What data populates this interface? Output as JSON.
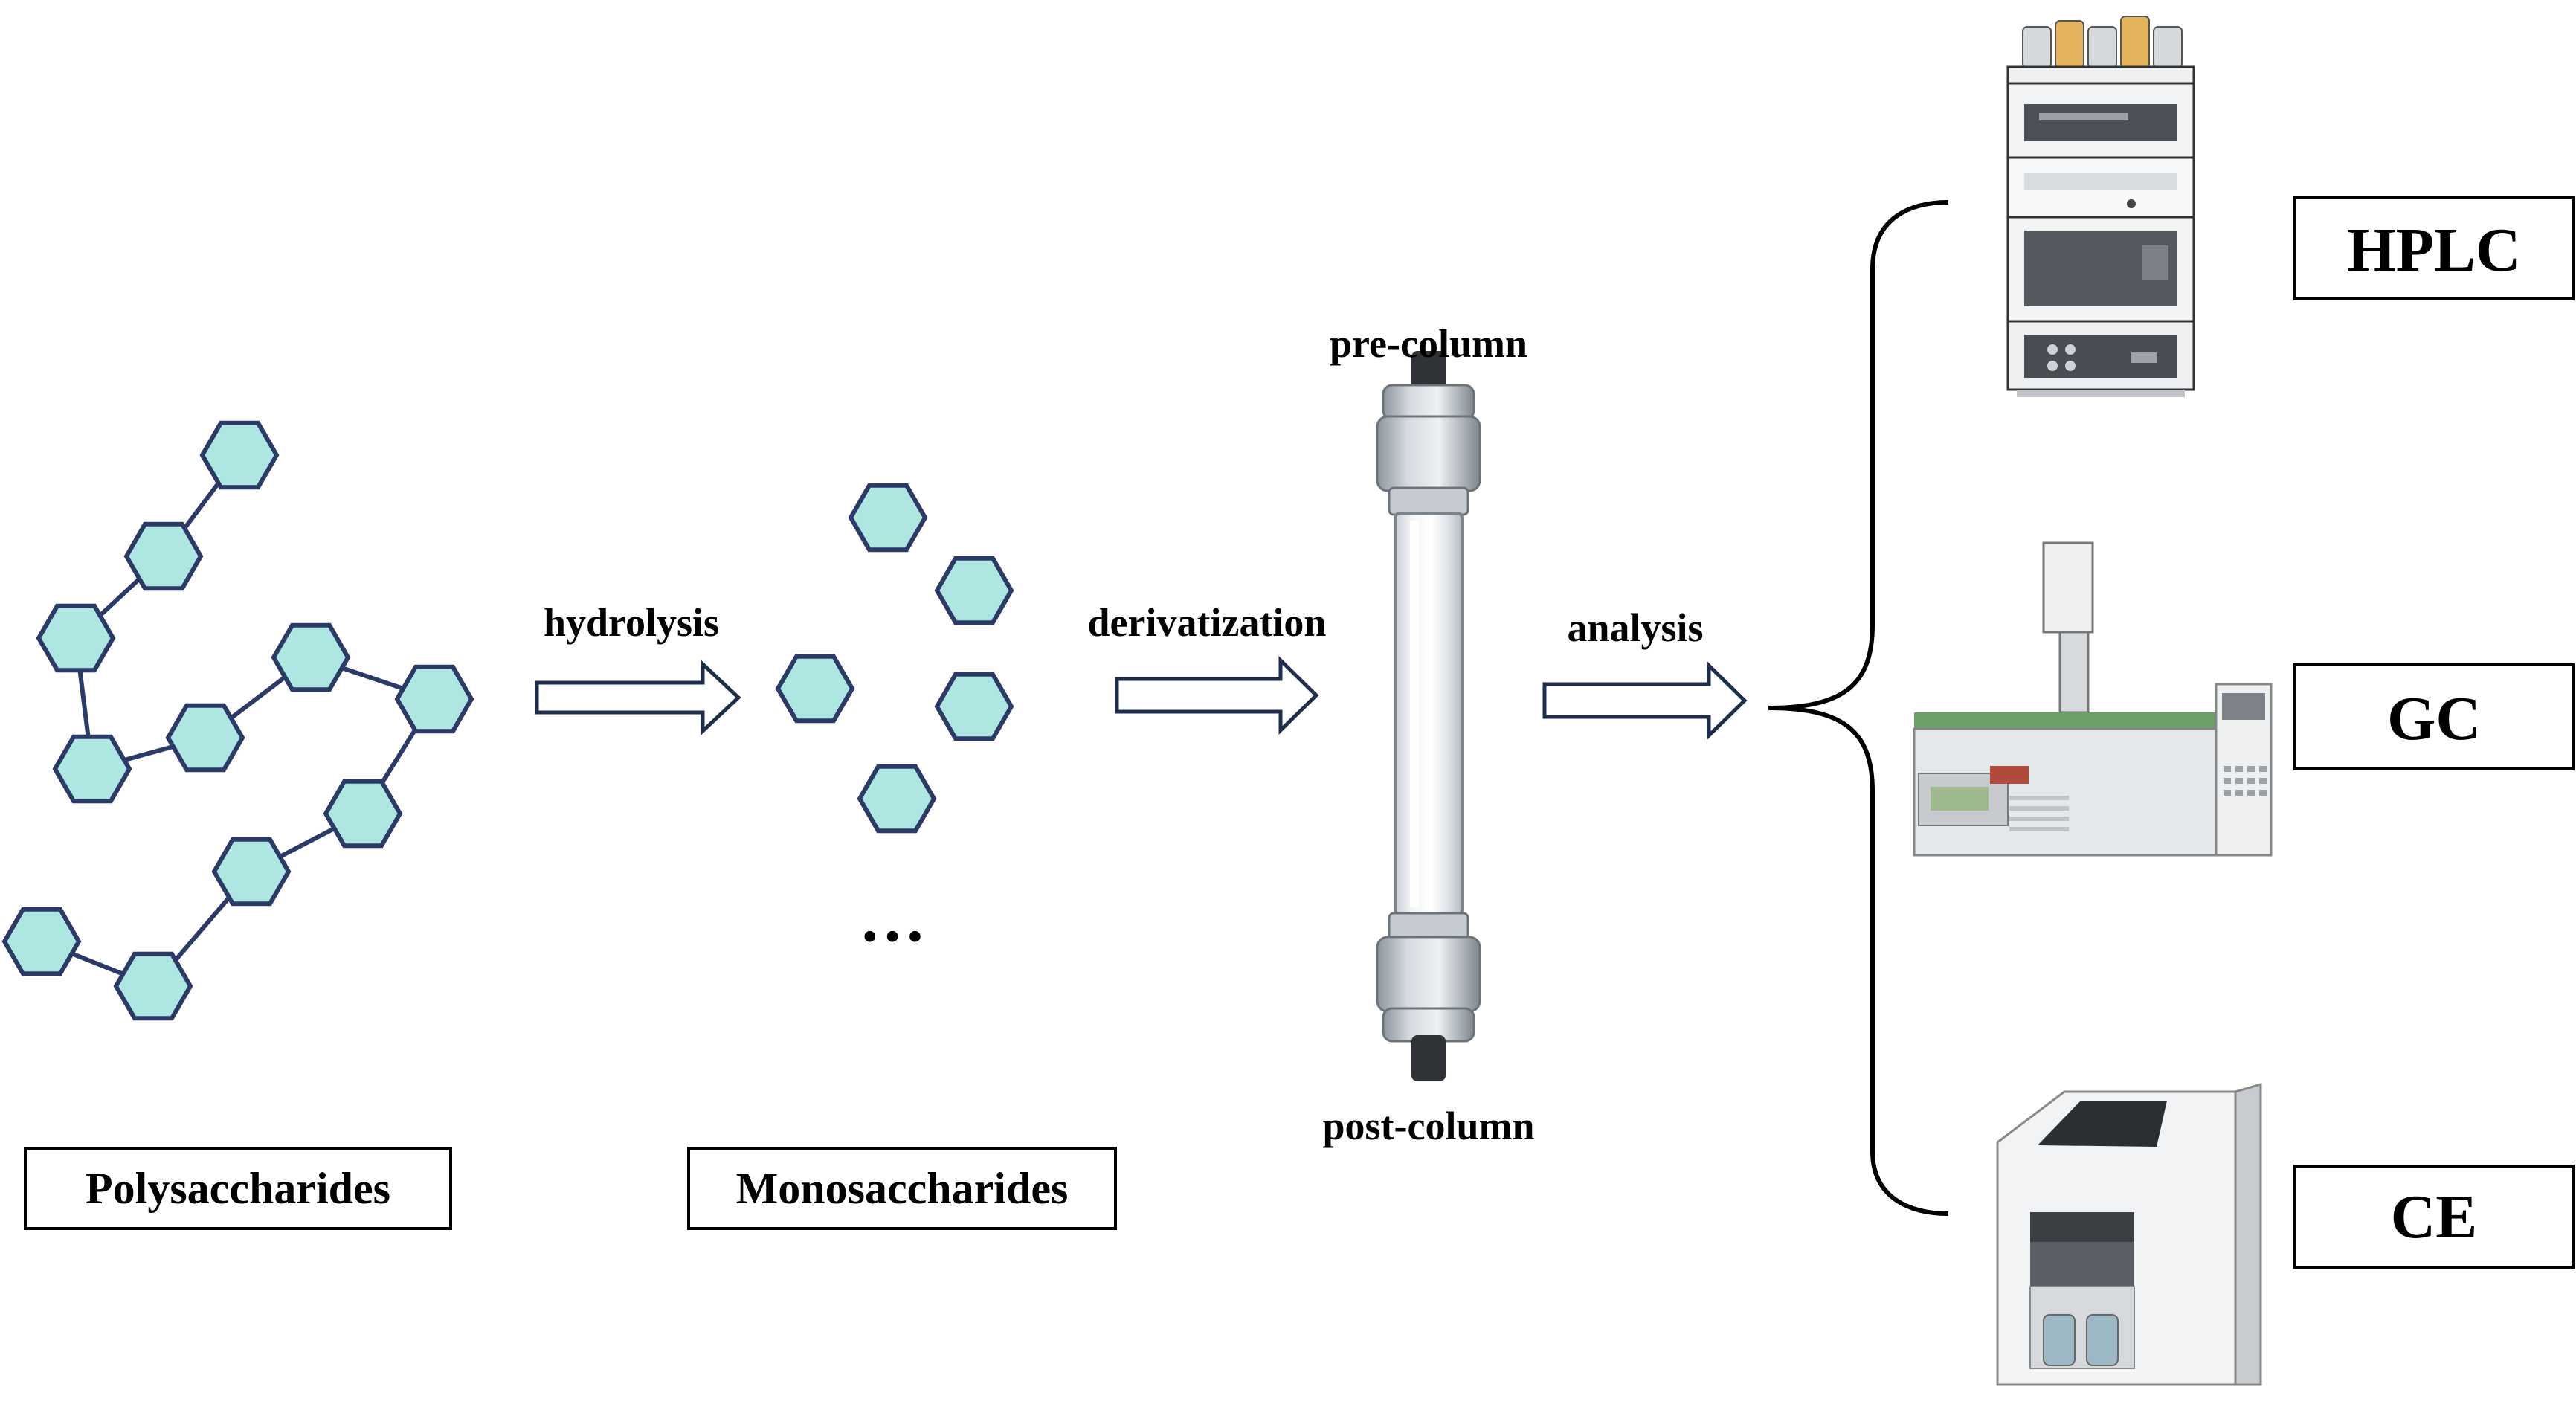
{
  "labels": {
    "polysaccharides": "Polysaccharides",
    "monosaccharides": "Monosaccharides",
    "ellipsis": "…",
    "hydrolysis": "hydrolysis",
    "derivatization": "derivatization",
    "analysis": "analysis",
    "pre_column": "pre-column",
    "post_column": "post-column"
  },
  "methods": [
    {
      "label": "HPLC",
      "icon": "hplc-instrument-icon"
    },
    {
      "label": "GC",
      "icon": "gc-instrument-icon"
    },
    {
      "label": "CE",
      "icon": "ce-instrument-icon"
    }
  ],
  "colors": {
    "hexagon_fill": "#aee6e2",
    "hexagon_stroke": "#2b3a67",
    "arrow_stroke": "#1f2d4d",
    "text": "#000000"
  }
}
